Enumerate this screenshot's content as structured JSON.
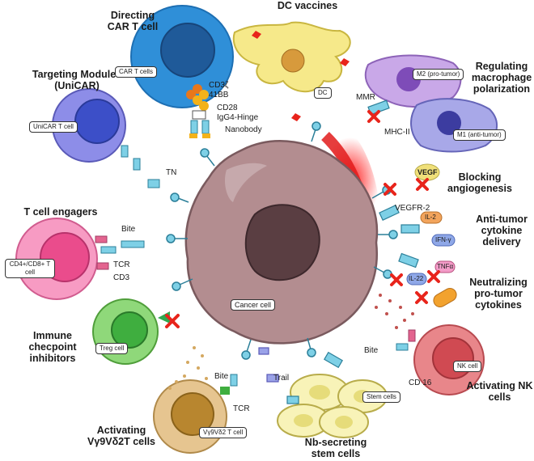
{
  "sections": {
    "car_t": [
      "Directing",
      "CAR T cell"
    ],
    "dc_vaccines": "DC vaccines",
    "macrophage": [
      "Regulating",
      "macrophage",
      "polarization"
    ],
    "unicar": [
      "Targeting Modules",
      "(UniCAR)"
    ],
    "angiogenesis": [
      "Blocking",
      "angiogenesis"
    ],
    "t_engagers": "T cell engagers",
    "cytokine_delivery": [
      "Anti-tumor",
      "cytokine",
      "delivery"
    ],
    "neutralizing": [
      "Neutralizing",
      "pro-tumor",
      "cytokines"
    ],
    "checkpoint": [
      "Immune",
      "checpoint",
      "inhibitors"
    ],
    "nk": [
      "Activating NK",
      "cells"
    ],
    "vg9vd2": [
      "Activating",
      "Vγ9Vδ2T cells"
    ],
    "stem_cells": [
      "Nb-secreting",
      "stem cells"
    ]
  },
  "cell_tags": {
    "car_t": "CAR T cells",
    "dc": "DC",
    "m2": "M2 (pro-tumor)",
    "m1": "M1 (anti-tumor)",
    "unicar": "UniCAR T cell",
    "cd4cd8": "CD4+/CD8+ T cell",
    "cancer": "Cancer cell",
    "treg": "Treg cell",
    "nk": "NK cell",
    "vg9": "Vγ9Vδ2 T cell",
    "stem": "Stem cells"
  },
  "labels": {
    "cd3z": "CD3ζ",
    "41bb": "41BB",
    "cd28": "CD28",
    "igg4": "IgG4-Hinge",
    "nanobody": "Nanobody",
    "mmr": "MMR",
    "mhc2": "MHC-II",
    "tn": "TN",
    "vegf": "VEGF",
    "vegfr2": "VEGFR-2",
    "bite_t": "Bite",
    "tcr_t": "TCR",
    "cd3": "CD3",
    "il2": "IL-2",
    "ifng": "IFN-γ",
    "il22": "IL-22",
    "tnfa": "TNFα",
    "bite_nk": "Bite",
    "cd16": "CD 16",
    "trail": "Trail",
    "bite_vg": "Bite",
    "tcr_vg": "TCR"
  },
  "colors": {
    "cancer": "#b38d90",
    "nucleus": "#5a3e42",
    "nanobody": "#7ed0e6",
    "inhibit": "#e8241b",
    "vessel": "#e21b1b"
  }
}
